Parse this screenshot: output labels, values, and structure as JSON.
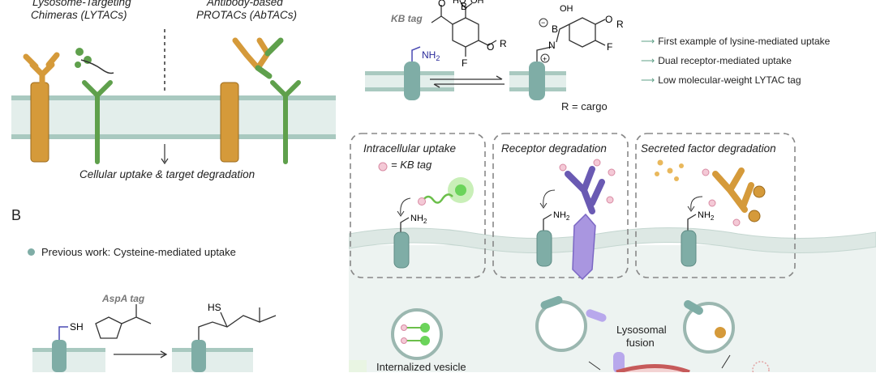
{
  "panel_a": {
    "left_title_line1": "Lysosome-Targeting",
    "left_title_line2": "Chimeras (LYTACs)",
    "right_title_line1": "Antibody-based",
    "right_title_line2": "PROTACs (AbTACs)",
    "caption": "Cellular uptake & target degradation"
  },
  "panel_b": {
    "letter": "B",
    "bullet_text": "Previous work: Cysteine-mediated uptake",
    "tag_label": "AspA tag",
    "thiol_label": "SH",
    "product_thiol": "HS"
  },
  "kb": {
    "tag_label": "KB tag",
    "amine_label": "NH",
    "amine_sub": "2",
    "r_def": "R = cargo",
    "features": [
      "First example of lysine-mediated uptake",
      "Dual receptor-mediated uptake",
      "Low molecular-weight LYTAC tag"
    ]
  },
  "boxes": {
    "box1_title": "Intracellular uptake",
    "box1_legend": "= KB tag",
    "box2_title": "Receptor degradation",
    "box3_title": "Secreted factor degradation",
    "amine": "NH",
    "amine_sub": "2"
  },
  "cell": {
    "lysosomal_line1": "Lysosomal",
    "lysosomal_line2": "fusion",
    "vesicle": "Internalized vesicle"
  },
  "colors": {
    "membrane": "#9ec2b9",
    "receptor": "#7fada6",
    "lytac": "#d59a3a",
    "green": "#5fa04c",
    "purple": "#8c73c9",
    "pink": "#e29bb3"
  }
}
